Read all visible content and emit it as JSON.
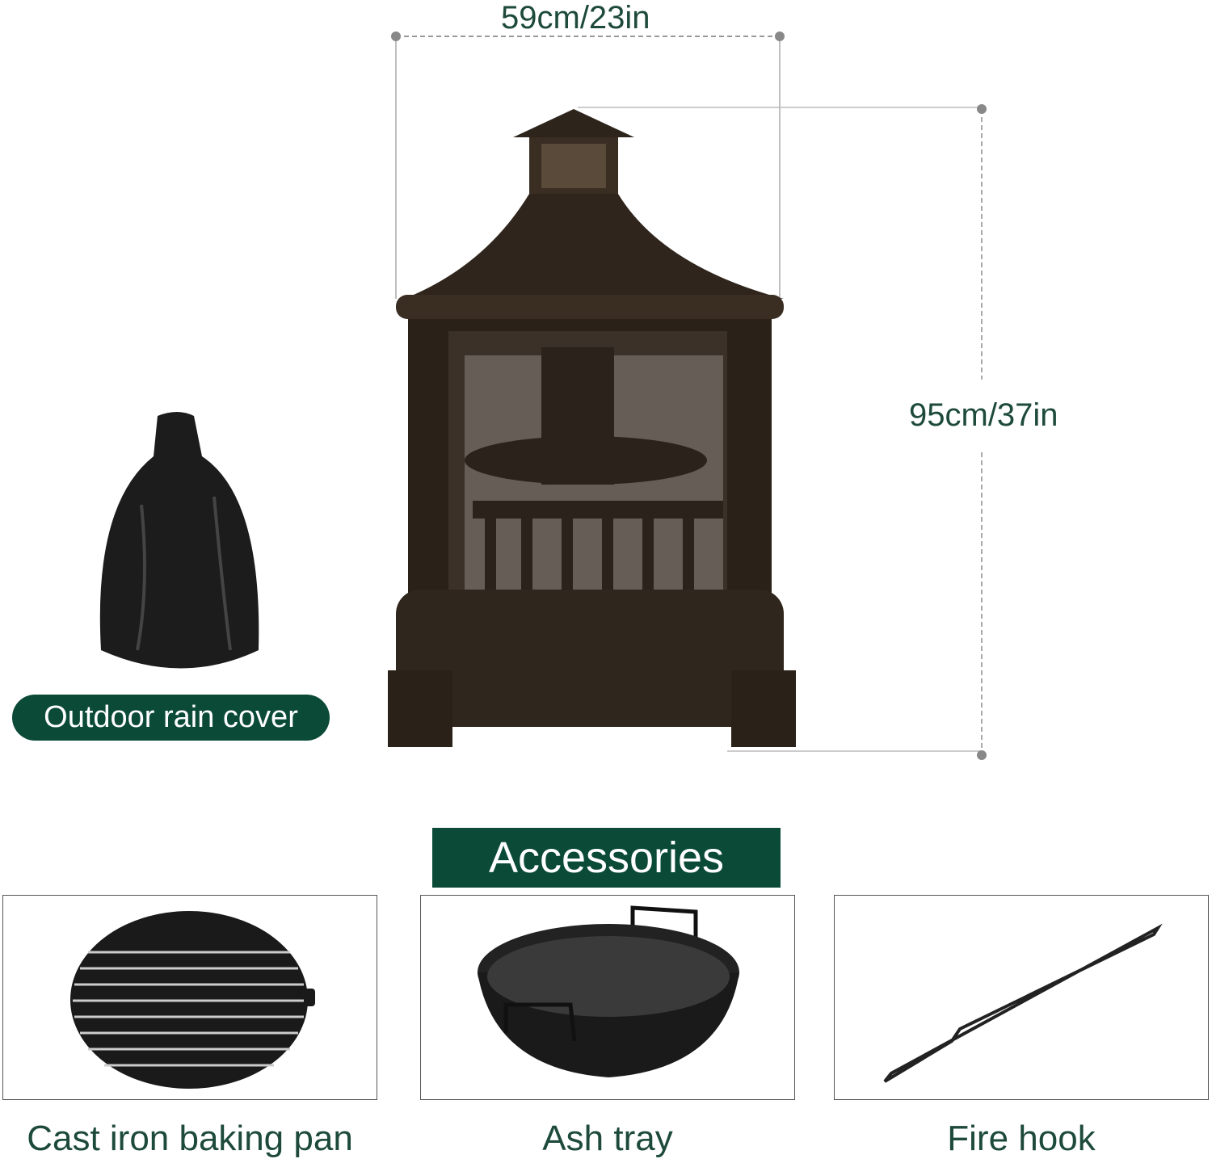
{
  "dimensions": {
    "width": "59cm/23in",
    "height": "95cm/37in"
  },
  "rain_cover_label": "Outdoor rain cover",
  "accessories": {
    "title": "Accessories",
    "items": [
      {
        "label": "Cast iron baking pan",
        "icon": "grill-grate"
      },
      {
        "label": "Ash tray",
        "icon": "ash-tray"
      },
      {
        "label": "Fire hook",
        "icon": "fire-hook"
      }
    ]
  },
  "colors": {
    "brand_green": "#0b4a37",
    "text_green": "#1d4a3b"
  }
}
